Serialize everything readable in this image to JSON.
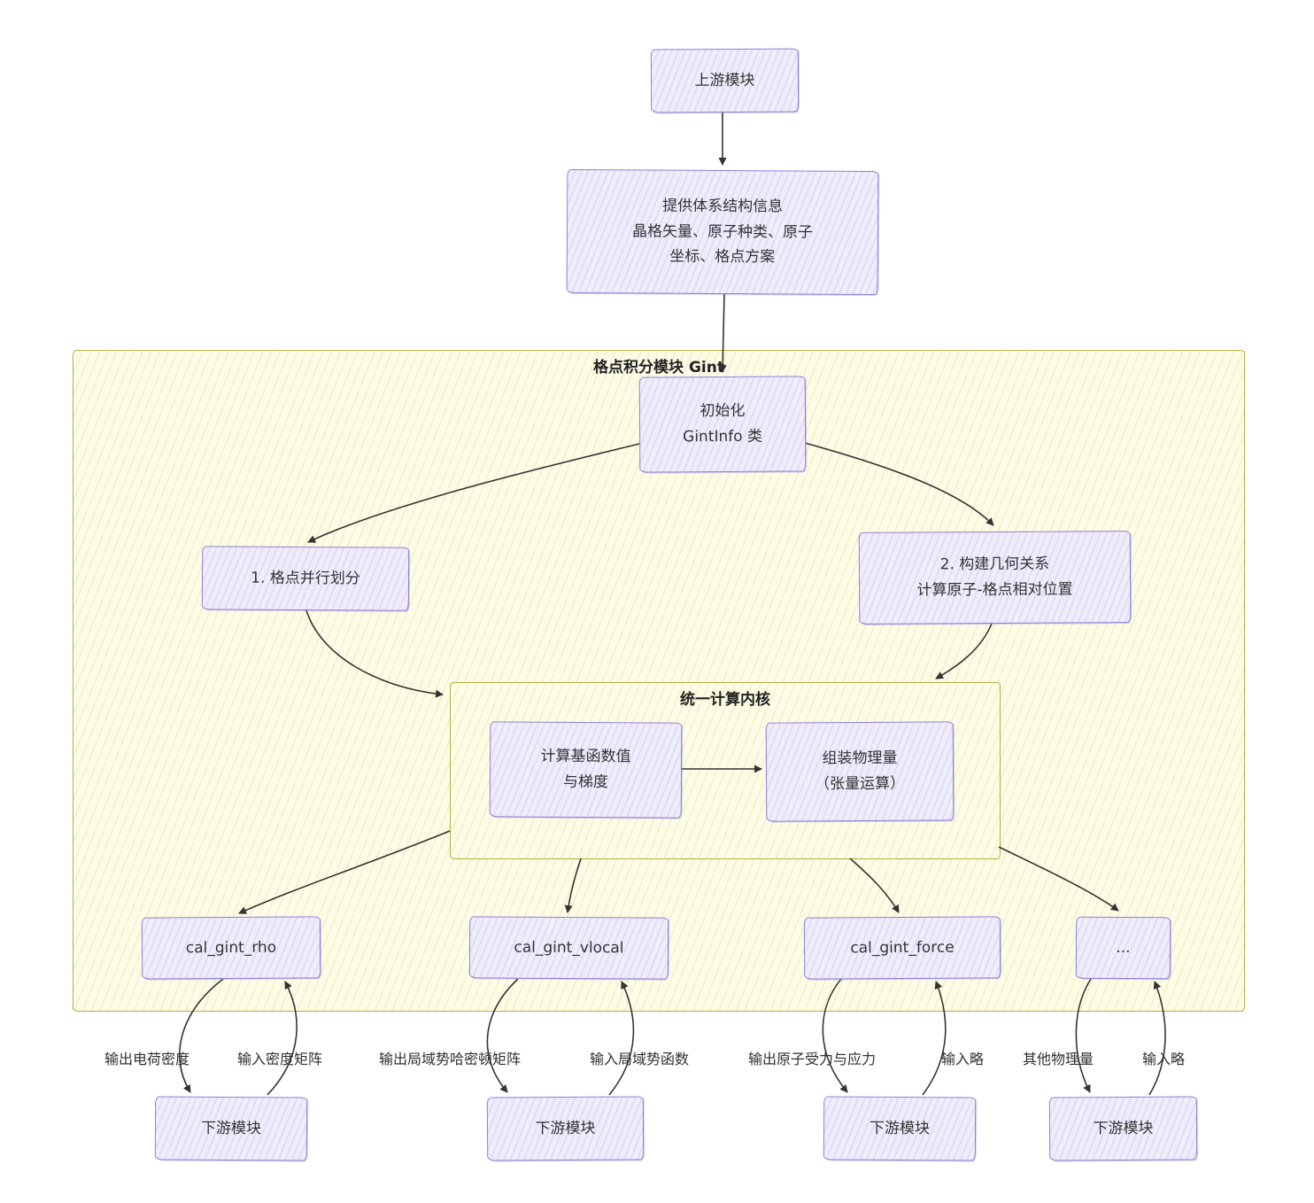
{
  "diagram": {
    "upstream": {
      "label": "上游模块"
    },
    "system_info": {
      "line1": "提供体系结构信息",
      "line2": "晶格矢量、原子种类、原子",
      "line3": "坐标、格点方案"
    },
    "gint_container": {
      "title": "格点积分模块 Gint"
    },
    "init": {
      "line1": "初始化",
      "line2": "GintInfo 类"
    },
    "step1": {
      "label": "1. 格点并行划分"
    },
    "step2": {
      "line1": "2. 构建几何关系",
      "line2": "计算原子-格点相对位置"
    },
    "kernel": {
      "title": "统一计算内核",
      "basis": {
        "line1": "计算基函数值",
        "line2": "与梯度"
      },
      "assemble": {
        "line1": "组装物理量",
        "line2": "（张量运算）"
      }
    },
    "interfaces": [
      {
        "name": "cal_gint_rho",
        "output_label": "输出电荷密度",
        "input_label": "输入密度矩阵",
        "downstream": "下游模块"
      },
      {
        "name": "cal_gint_vlocal",
        "output_label": "输出局域势哈密顿矩阵",
        "input_label": "输入局域势函数",
        "downstream": "下游模块"
      },
      {
        "name": "cal_gint_force",
        "output_label": "输出原子受力与应力",
        "input_label": "输入略",
        "downstream": "下游模块"
      },
      {
        "name": "...",
        "output_label": "其他物理量",
        "input_label": "输入略",
        "downstream": "下游模块"
      }
    ]
  },
  "colors": {
    "node_fill": "#efedfb",
    "node_border": "#8d80d6",
    "container_fill": "#fdfce6",
    "container_border": "#b3af45",
    "arrow": "#333333",
    "text": "#2f2f2f"
  }
}
